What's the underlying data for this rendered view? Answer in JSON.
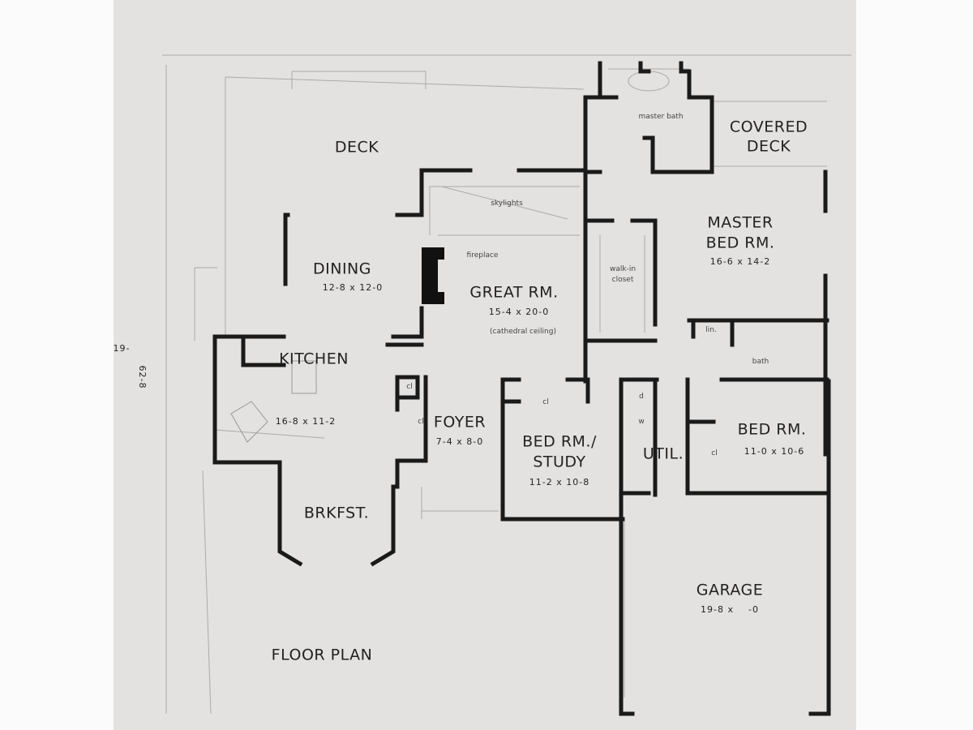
{
  "title": "FLOOR PLAN",
  "dimensions": {
    "overall_depth": "62-8",
    "overall_partial": "19-"
  },
  "rooms": {
    "deck": {
      "name": "DECK"
    },
    "dining": {
      "name": "DINING",
      "size": "12-8 x 12-0"
    },
    "kitchen": {
      "name": "KITCHEN",
      "size": "16-8 x 11-2"
    },
    "breakfast": {
      "name": "BRKFST."
    },
    "foyer": {
      "name": "FOYER",
      "size": "7-4 x 8-0"
    },
    "great_room": {
      "name": "GREAT RM.",
      "size": "15-4 x 20-0",
      "note": "(cathedral ceiling)",
      "skylights": "skylights",
      "fireplace": "fireplace"
    },
    "study": {
      "name_line1": "BED RM./",
      "name_line2": "STUDY",
      "size": "11-2 x 10-8"
    },
    "util": {
      "name": "UTIL."
    },
    "bedroom": {
      "name": "BED RM.",
      "size": "11-0 x 10-6"
    },
    "master": {
      "name_line1": "MASTER",
      "name_line2": "BED RM.",
      "size": "16-6 x 14-2"
    },
    "master_bath": {
      "name": "master bath"
    },
    "walk_in_closet": {
      "line1": "walk-in",
      "line2": "closet"
    },
    "covered_deck": {
      "line1": "COVERED",
      "line2": "DECK"
    },
    "linen": {
      "name": "lin."
    },
    "bath": {
      "name": "bath"
    },
    "garage": {
      "name": "GARAGE",
      "size": "19-8 x    -0"
    }
  },
  "closet_labels": {
    "cl": "cl",
    "w": "w",
    "d": "d"
  }
}
